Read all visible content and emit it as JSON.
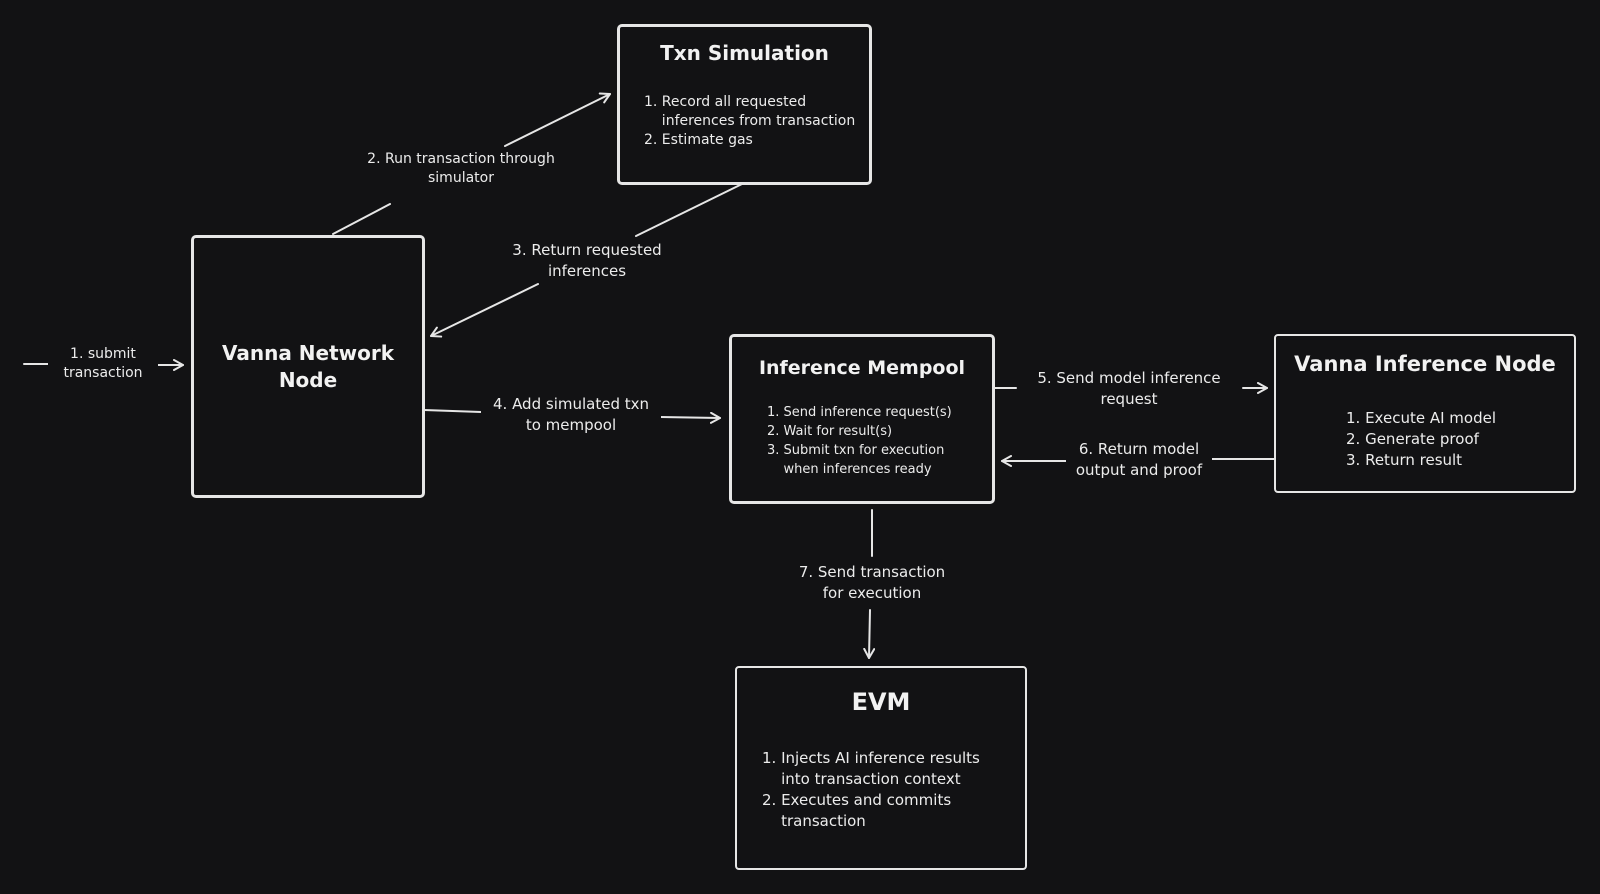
{
  "boxes": {
    "txn_sim": {
      "title": "Txn Simulation",
      "items": [
        "1. Record all requested\n    inferences from transaction",
        "2. Estimate gas"
      ]
    },
    "network_node": {
      "title": "Vanna Network\nNode"
    },
    "mempool": {
      "title": "Inference Mempool",
      "items": [
        "1. Send inference request(s)",
        "2. Wait for result(s)",
        "3. Submit txn for execution\n    when inferences ready"
      ]
    },
    "inference_node": {
      "title": "Vanna Inference Node",
      "items": [
        "1. Execute AI model",
        "2. Generate proof",
        "3. Return result"
      ]
    },
    "evm": {
      "title": "EVM",
      "items": [
        "1. Injects AI inference results\n    into transaction context",
        "2. Executes and commits\n    transaction"
      ]
    }
  },
  "edges": {
    "e1": "1. submit\ntransaction",
    "e2": "2. Run transaction through\nsimulator",
    "e3": "3. Return requested\ninferences",
    "e4": "4. Add simulated txn\nto mempool",
    "e5": "5. Send model inference\nrequest",
    "e6": "6. Return model\noutput and proof",
    "e7": "7. Send transaction\nfor execution"
  },
  "colors": {
    "background": "#121214",
    "stroke": "#e6e6e6",
    "text": "#ececec"
  }
}
